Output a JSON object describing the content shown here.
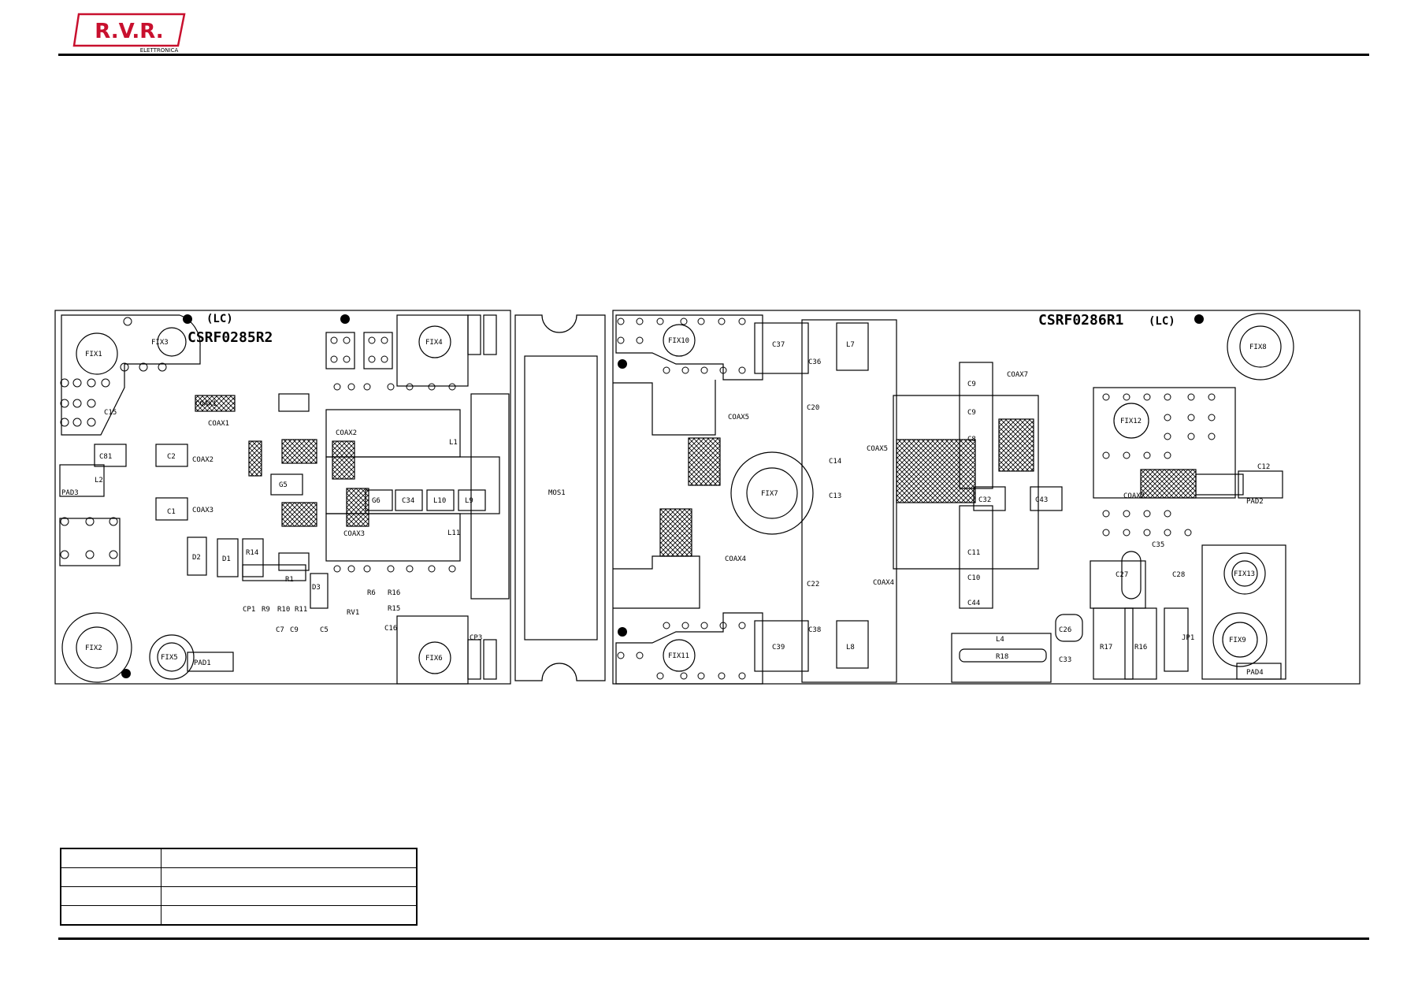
{
  "header": {
    "logo_text": "R.V.R.",
    "logo_subtext": "ELETTRONICA",
    "logo_color": "#c8102e"
  },
  "board_left": {
    "title": "CSRF0285R2",
    "tag": "(LC)",
    "labels": [
      "FIX1",
      "FIX3",
      "FIX4",
      "FIX2",
      "FIX5",
      "FIX6",
      "COAX1",
      "COAX1",
      "COAX2",
      "COAX2",
      "COAX3",
      "COAX3",
      "C15",
      "C81",
      "C2",
      "L2",
      "PAD3",
      "C1",
      "G5",
      "G6",
      "C34",
      "L10",
      "L9",
      "L1",
      "L11",
      "D2",
      "D1",
      "R14",
      "D3",
      "R1",
      "RV1",
      "R6",
      "R16",
      "R15",
      "C16",
      "C9",
      "C7",
      "C5",
      "R9",
      "R10",
      "R11",
      "PAD1",
      "CP1",
      "CP3"
    ]
  },
  "middle": {
    "label": "MOS1"
  },
  "board_right": {
    "title": "CSRF0286R1",
    "tag": "(LC)",
    "labels": [
      "FIX10",
      "FIX11",
      "FIX7",
      "FIX8",
      "FIX12",
      "FIX13",
      "FIX9",
      "C37",
      "C36",
      "C39",
      "C38",
      "L7",
      "L8",
      "COAX5",
      "COAX5",
      "COAX4",
      "COAX4",
      "COAX7",
      "COAX7",
      "C20",
      "C14",
      "C13",
      "C22",
      "C9",
      "C9",
      "C8",
      "C11",
      "C10",
      "C44",
      "C32",
      "C43",
      "C12",
      "PAD2",
      "C35",
      "C27",
      "C28",
      "C26",
      "C33",
      "R17",
      "R16",
      "R18",
      "L4",
      "JP1",
      "PAD4"
    ]
  },
  "info_table": {
    "rows": [
      [
        "",
        ""
      ],
      [
        "",
        ""
      ],
      [
        "",
        ""
      ],
      [
        "",
        ""
      ]
    ]
  }
}
